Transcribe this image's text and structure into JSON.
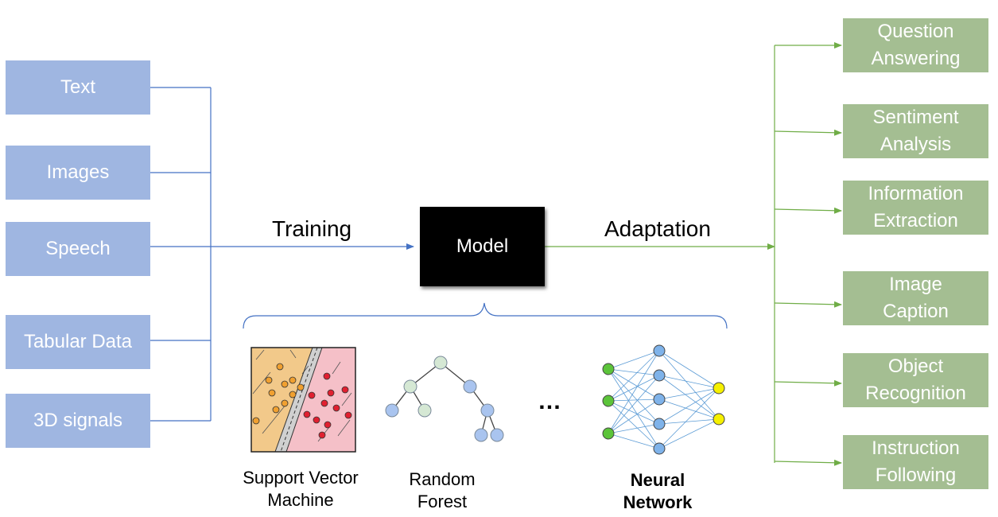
{
  "inputs": [
    "Text",
    "Images",
    "Speech",
    "Tabular Data",
    "3D signals"
  ],
  "model_label": "Model",
  "training_label": "Training",
  "adaptation_label": "Adaptation",
  "outputs": [
    [
      "Question",
      "Answering"
    ],
    [
      "Sentiment",
      "Analysis"
    ],
    [
      "Information",
      "Extraction"
    ],
    [
      "Image",
      "Caption"
    ],
    [
      "Object",
      "Recognition"
    ],
    [
      "Instruction",
      "Following"
    ]
  ],
  "model_types": [
    [
      "Support Vector",
      "Machine"
    ],
    [
      "Random",
      "Forest"
    ],
    [
      "Neural",
      "Network"
    ]
  ],
  "ellipsis": "…",
  "colors": {
    "input_fill": "#9fb6e1",
    "output_fill": "#a4be92",
    "input_line": "#4472c4",
    "output_line": "#70ad47"
  }
}
